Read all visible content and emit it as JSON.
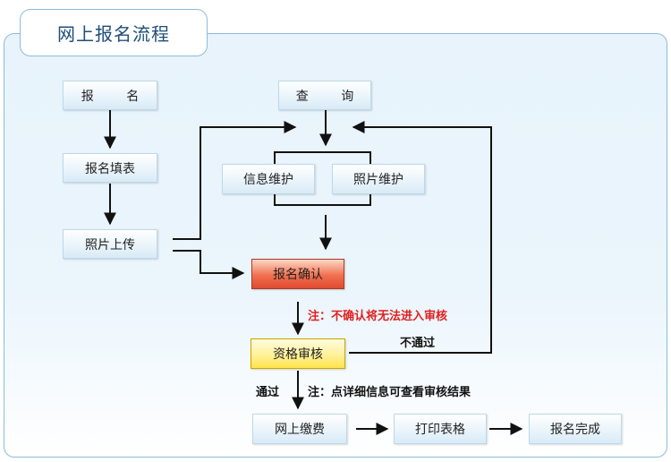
{
  "title": "网上报名流程",
  "nodes": {
    "apply": "报 名",
    "form": "报名填表",
    "photo_upload": "照片上传",
    "query": "查 询",
    "info_maint": "信息维护",
    "photo_maint": "照片维护",
    "confirm": "报名确认",
    "review": "资格审核",
    "payment": "网上缴费",
    "print": "打印表格",
    "done": "报名完成"
  },
  "notes": {
    "confirm_warning": "注：不确认将无法进入审核",
    "not_passed": "不通过",
    "passed": "通过",
    "review_tip": "注：点详细信息可查看审核结果"
  },
  "colors": {
    "panel_border": "#8cbcd9",
    "confirm_fill": "#f07050",
    "review_fill": "#fff19a",
    "warning_text": "#e02020"
  }
}
